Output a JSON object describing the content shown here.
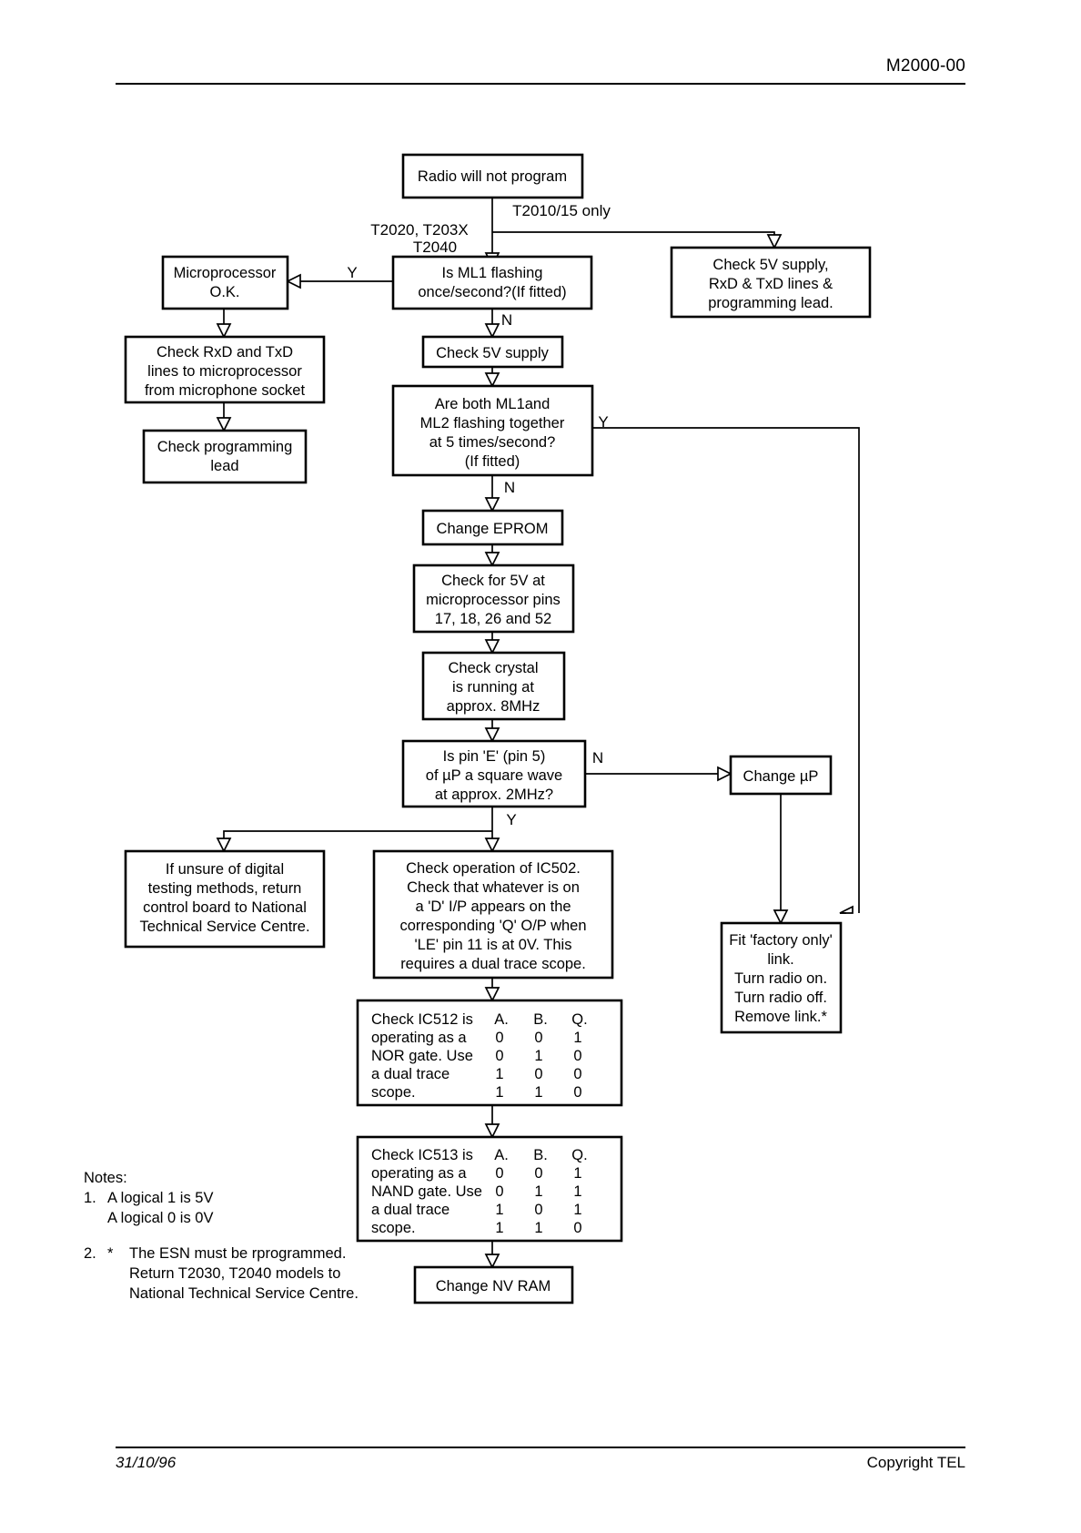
{
  "header": {
    "doc_code": "M2000-00"
  },
  "footer": {
    "date": "31/10/96",
    "copyright": "Copyright TEL"
  },
  "chart_data": {
    "type": "diagram",
    "title": "Radio will not program troubleshooting flowchart",
    "nodes": [
      {
        "id": "start",
        "label": "Radio will not program"
      },
      {
        "id": "check5v_prog",
        "label": "Check 5V supply,\nRxD & TxD lines &\nprogramming lead."
      },
      {
        "id": "ml1",
        "label": "Is ML1 flashing\nonce/second?(If fitted)"
      },
      {
        "id": "uproc_ok",
        "label": "Microprocessor\nO.K."
      },
      {
        "id": "check_rxdtxd",
        "label": "Check RxD and TxD\nlines to microprocessor\nfrom microphone socket"
      },
      {
        "id": "check_prog_lead",
        "label": "Check programming\nlead"
      },
      {
        "id": "check5v",
        "label": "Check 5V supply"
      },
      {
        "id": "ml1ml2",
        "label": "Are both ML1and\nML2 flashing together\nat 5 times/second?\n(If fitted)"
      },
      {
        "id": "eprom",
        "label": "Change EPROM"
      },
      {
        "id": "pins",
        "label": "Check for 5V at\nmicroprocessor pins\n17, 18, 26 and 52"
      },
      {
        "id": "crystal",
        "label": "Check crystal\nis running at\napprox. 8MHz"
      },
      {
        "id": "pinE",
        "label": "Is pin 'E' (pin 5)\nof µP a square wave\nat approx. 2MHz?"
      },
      {
        "id": "change_up",
        "label": "Change µP"
      },
      {
        "id": "factory",
        "label": "Fit 'factory only'\nlink.\nTurn radio on.\nTurn radio off.\nRemove link.*"
      },
      {
        "id": "unsure",
        "label": "If unsure of digital\ntesting methods, return\ncontrol board to National\nTechnical Service Centre."
      },
      {
        "id": "ic502",
        "label": "Check operation of IC502.\nCheck that whatever is on\na 'D' I/P appears on the\ncorresponding 'Q' O/P when\n'LE' pin 11 is at 0V.  This\nrequires a dual trace scope."
      },
      {
        "id": "ic512",
        "label": "Check IC512 is operating as a NOR gate.  Use a dual trace scope."
      },
      {
        "id": "ic513",
        "label": "Check IC513 is operating as a NAND gate. Use a dual trace scope."
      },
      {
        "id": "nvram",
        "label": "Change NV RAM"
      }
    ],
    "edge_labels": {
      "start_right": "T2010/15 only",
      "start_left1": "T2020, T203X",
      "start_left2": "T2040",
      "ml1_yes": "Y",
      "ml1_no": "N",
      "ml1ml2_yes": "Y",
      "ml1ml2_no": "N",
      "pinE_no": "N",
      "pinE_yes": "Y"
    },
    "boxes": {
      "start": {
        "text": "Radio will not program"
      },
      "check5v_prog": {
        "lines": [
          "Check 5V supply,",
          "RxD & TxD lines &",
          "programming lead."
        ]
      },
      "ml1": {
        "lines": [
          "Is ML1 flashing",
          "once/second?(If fitted)"
        ]
      },
      "uproc_ok": {
        "lines": [
          "Microprocessor",
          "O.K."
        ]
      },
      "check_rxdtxd": {
        "lines": [
          "Check RxD and TxD",
          "lines to microprocessor",
          "from microphone socket"
        ]
      },
      "check_prog_lead": {
        "lines": [
          "Check programming",
          "lead"
        ]
      },
      "check5v": {
        "lines": [
          "Check 5V supply"
        ]
      },
      "ml1ml2": {
        "lines": [
          "Are both ML1and",
          "ML2 flashing together",
          "at 5 times/second?",
          "(If fitted)"
        ]
      },
      "eprom": {
        "lines": [
          "Change EPROM"
        ]
      },
      "pins": {
        "lines": [
          "Check for 5V at",
          "microprocessor pins",
          "17, 18, 26 and 52"
        ]
      },
      "crystal": {
        "lines": [
          "Check crystal",
          "is running at",
          "approx. 8MHz"
        ]
      },
      "pinE": {
        "lines": [
          "Is pin 'E' (pin 5)",
          "of µP a square wave",
          "at approx. 2MHz?"
        ]
      },
      "change_up": {
        "lines": [
          "Change µP"
        ]
      },
      "factory": {
        "lines": [
          "Fit 'factory only'",
          "link.",
          "Turn radio on.",
          "Turn radio off.",
          "Remove link.*"
        ]
      },
      "unsure": {
        "lines": [
          "If unsure of digital",
          "testing methods, return",
          "control board to National",
          "Technical Service Centre."
        ]
      },
      "ic502": {
        "lines": [
          "Check operation of IC502.",
          "Check that whatever is on",
          "a 'D' I/P appears on the",
          "corresponding 'Q' O/P when",
          "'LE' pin 11 is at 0V.  This",
          "requires a dual trace scope."
        ]
      },
      "nvram": {
        "lines": [
          "Change NV RAM"
        ]
      }
    },
    "truth_tables": [
      {
        "id": "ic512",
        "text_lines": [
          "Check IC512 is",
          "operating as a",
          "NOR gate.  Use",
          "a dual trace",
          "scope."
        ],
        "headers": [
          "A.",
          "B.",
          "Q."
        ],
        "rows": [
          [
            "0",
            "0",
            "1"
          ],
          [
            "0",
            "1",
            "0"
          ],
          [
            "1",
            "0",
            "0"
          ],
          [
            "1",
            "1",
            "0"
          ]
        ]
      },
      {
        "id": "ic513",
        "text_lines": [
          "Check IC513 is",
          "operating as a",
          "NAND gate. Use",
          "a dual trace",
          "scope."
        ],
        "headers": [
          "A.",
          "B.",
          "Q."
        ],
        "rows": [
          [
            "0",
            "0",
            "1"
          ],
          [
            "0",
            "1",
            "1"
          ],
          [
            "1",
            "0",
            "1"
          ],
          [
            "1",
            "1",
            "0"
          ]
        ]
      }
    ]
  },
  "notes": {
    "heading": "Notes:",
    "items": [
      {
        "num": "1.",
        "star": "",
        "lines": [
          "A logical 1 is 5V",
          "A logical 0 is 0V"
        ]
      },
      {
        "num": "2.",
        "star": "*",
        "lines": [
          "The ESN must be rprogrammed.",
          "Return T2030, T2040 models to",
          "National Technical Service Centre."
        ]
      }
    ]
  }
}
